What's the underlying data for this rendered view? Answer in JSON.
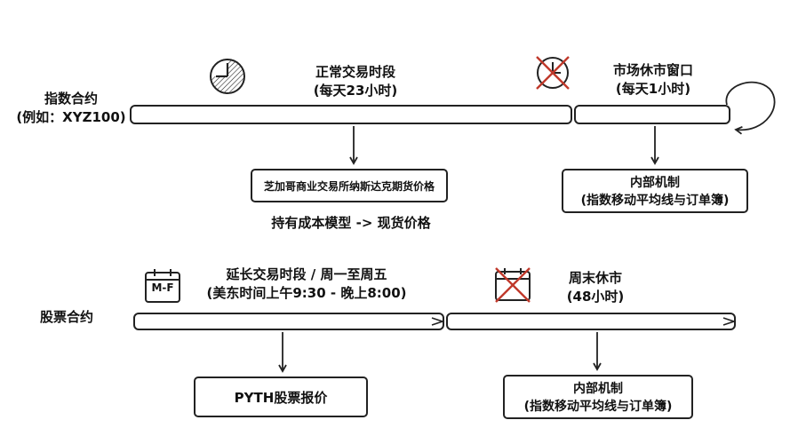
{
  "index_contract": {
    "label_line1": "指数合约",
    "label_line2": "(例如：XYZ100)",
    "regular_session": {
      "title": "正常交易时段",
      "subtitle": "(每天23小时)"
    },
    "market_break": {
      "title": "市场休市窗口",
      "subtitle": "(每天1小时)"
    },
    "regular_box_text": "芝加哥商业交易所纳斯达克期货价格",
    "regular_note": "持有成本模型 -> 现货价格",
    "break_box": {
      "line1": "内部机制",
      "line2": "(指数移动平均线与订单簿)"
    }
  },
  "equity_contract": {
    "label": "股票合约",
    "extended_session": {
      "title": "延长交易时段 / 周一至周五",
      "subtitle": "(美东时间上午9:30 - 晚上8:00)"
    },
    "weekend": {
      "title": "周末休市",
      "subtitle": "(48小时)"
    },
    "calendar_icon_text": "M-F",
    "extended_box_text": "PYTH股票报价",
    "weekend_box": {
      "line1": "内部机制",
      "line2": "(指数移动平均线与订单簿)"
    }
  }
}
